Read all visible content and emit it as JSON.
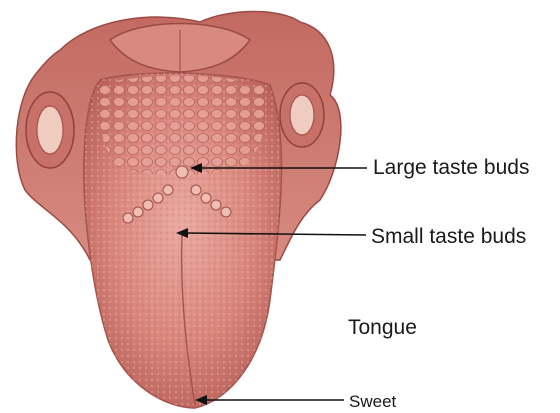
{
  "diagram": {
    "labels": {
      "large_taste_buds": "Large taste buds",
      "small_taste_buds": "Small taste buds",
      "tongue": "Tongue",
      "sweet": "Sweet"
    },
    "colors": {
      "tongue_flesh": "#d9857c",
      "tongue_dark": "#a4524c",
      "tongue_light": "#eab0a6",
      "papillae": "#e6a197",
      "arrow": "#111111"
    },
    "illustration": "tongue-anatomy"
  }
}
